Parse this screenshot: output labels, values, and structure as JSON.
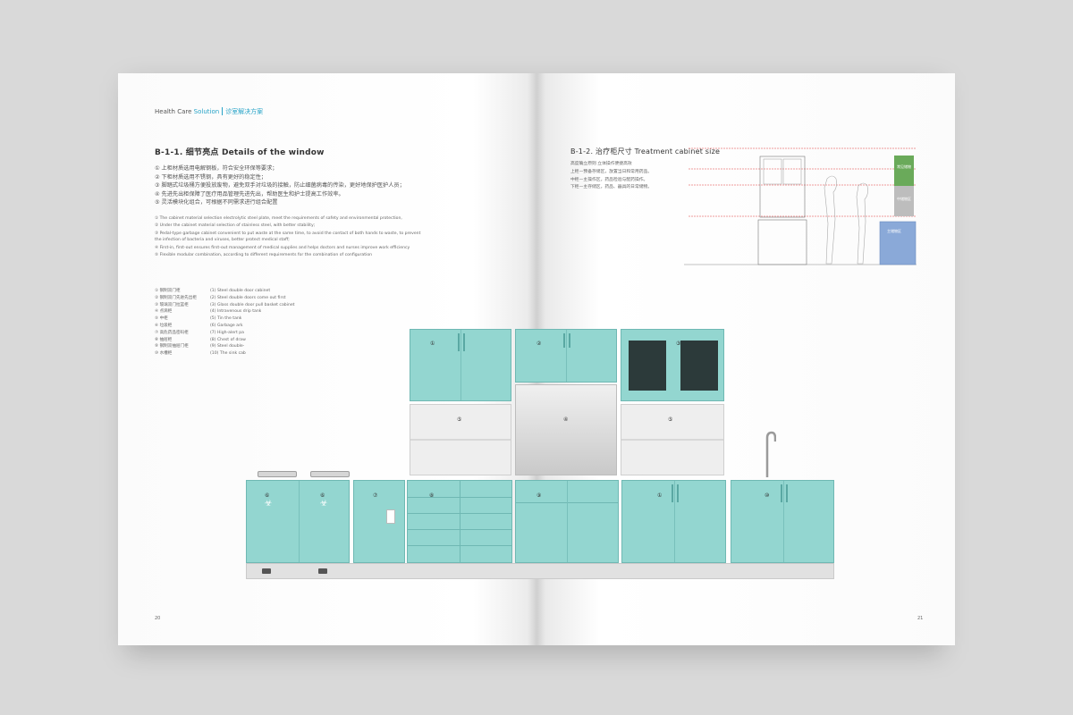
{
  "header": {
    "brand": "Health Care",
    "brand_accent": "Solution",
    "subtitle": "诊室解决方案"
  },
  "left": {
    "section_title": "B-1-1. 细节亮点  Details of the window",
    "features_cn": [
      "① 上柜材质选用电解钢板，符合安全环保等要求；",
      "② 下柜材质选用不锈钢，具有更好的稳定性；",
      "③ 脚踏式垃圾桶方便投放废物，避免双手对垃圾的接触，防止细菌病毒的传染，更好地保护医护人员；",
      "④ 先进先出柜保障了医疗用品管理先进先出，帮助医生和护士提高工作效率。",
      "⑤ 灵活模块化组合，可根据不同需求进行组合配置"
    ],
    "features_en": [
      "① The cabinet material selection electrolytic steel plate, meet the requirements of safety and environmental protection,",
      "② Under the cabinet material selection of stainless steel, with better stability;",
      "③ Pedal-type garbage cabinet convenient to put waste at the same time, to avoid the contact of both hands to waste, to prevent the infection of bacteria and viruses, better protect medical staff;",
      "④ First-in, first-out ensures first-out management of medical supplies and helps doctors and nurses improve work efficiency",
      "⑤ Flexible modular combination, according to different requirements for the combination of configuration"
    ],
    "parts": [
      {
        "cn": "① 钢制双门柜",
        "en": "(1) Steel double door cabinet"
      },
      {
        "cn": "② 钢制双门先进先出柜",
        "en": "(2) Steel double doors come out first"
      },
      {
        "cn": "③ 玻璃双门拉篮柜",
        "en": "(3) Glass double door pull basket cabinet"
      },
      {
        "cn": "④ 点滴柜",
        "en": "(4) Intravenous drip tank"
      },
      {
        "cn": "⑤ 中柜",
        "en": "(5) Tin the tank"
      },
      {
        "cn": "⑥ 垃圾柜",
        "en": "(6) Garbage ark"
      },
      {
        "cn": "⑦ 高危药品密码柜",
        "en": "(7) High-alert pa"
      },
      {
        "cn": "⑧ 抽屉柜",
        "en": "(8) Chest of draw"
      },
      {
        "cn": "⑨ 钢制双抽屉门柜",
        "en": "(9) Steel double-"
      },
      {
        "cn": "⑩ 水槽柜",
        "en": "(10) The sink cab"
      }
    ],
    "page_number": "20"
  },
  "right": {
    "section_title": "B-1-2. 治疗柜尺寸  Treatment cabinet size",
    "spec_lines": [
      "高度确立原则 立体操作便捷高效",
      "上柜—预备存储区，放置当日和常用药品。",
      "中柜—主操作区，药品检验与配药操作。",
      "下柜—主存储区，药品、器具的日常储物。"
    ],
    "drawing_labels": {
      "right_top": "常见储物",
      "right_mid": "中储物区",
      "right_low": "主储物区"
    },
    "page_number": "21"
  },
  "drawing": {
    "numbers": [
      "①",
      "②",
      "③",
      "④",
      "⑤",
      "⑤",
      "⑥",
      "⑥",
      "⑦",
      "⑧",
      "⑨",
      "①",
      "⑩"
    ]
  },
  "colors": {
    "cabinet": "#93d6d0",
    "accent": "#27a3c7",
    "dim_red": "#e03a3a"
  }
}
